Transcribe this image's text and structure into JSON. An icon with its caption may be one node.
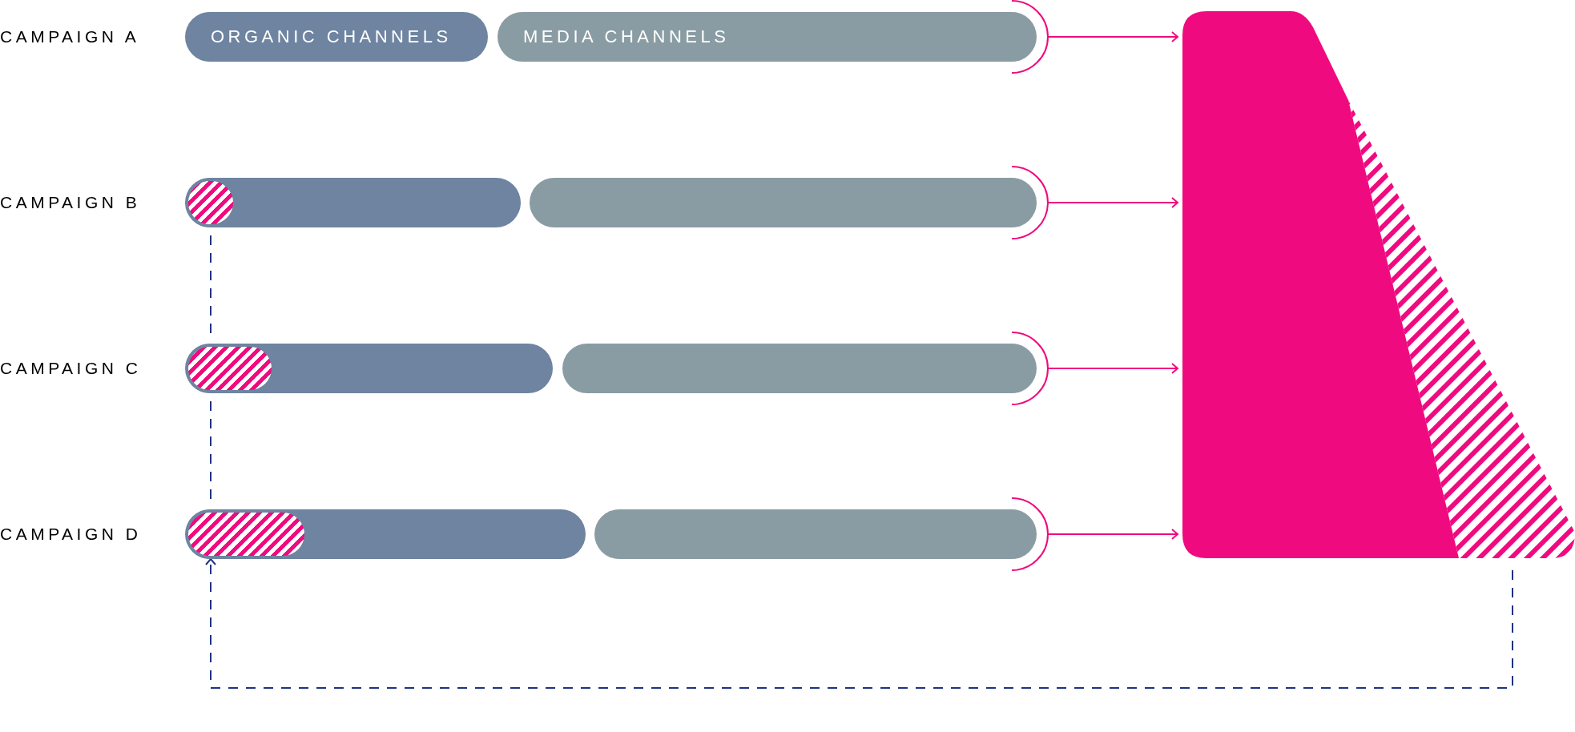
{
  "diagram": {
    "nodes": [
      {
        "text": [
          "ORGANIC CHANNELS"
        ]
      },
      {
        "text": [
          "MEDIA CHANNELS"
        ]
      },
      {
        "text": [],
        "shape": "bar"
      },
      {
        "text": [],
        "shape": "bar",
        "in": 2
      },
      {
        "text": [],
        "shape": "bar"
      },
      {
        "text": [],
        "shape": "bar"
      },
      {
        "text": [],
        "shape": "bar",
        "in": 5
      },
      {
        "text": [],
        "shape": "bar"
      },
      {
        "text": [],
        "shape": "bar"
      },
      {
        "text": [],
        "shape": "bar",
        "in": 8
      },
      {
        "text": [],
        "shape": "bar"
      },
      {
        "text": [],
        "shape": "funnel"
      }
    ],
    "edges": [
      {
        "from": 1,
        "to": 11,
        "arrow": "to"
      },
      {
        "from": 4,
        "to": 11,
        "arrow": "to"
      },
      {
        "from": 7,
        "to": 11,
        "arrow": "to"
      },
      {
        "from": 10,
        "to": 11,
        "arrow": "to"
      },
      {
        "from": 3,
        "to": 6,
        "arrow": "none",
        "style": "dashed",
        "color": "#1f3282"
      },
      {
        "from": 6,
        "to": 9,
        "arrow": "none",
        "style": "dashed",
        "color": "#1f3282"
      },
      {
        "from": 11,
        "to": 9,
        "arrow": "to",
        "style": "dashed",
        "color": "#1f3282"
      }
    ],
    "labels": [
      "CAMPAIGN A",
      "CAMPAIGN B",
      "CAMPAIGN C",
      "CAMPAIGN D"
    ]
  }
}
